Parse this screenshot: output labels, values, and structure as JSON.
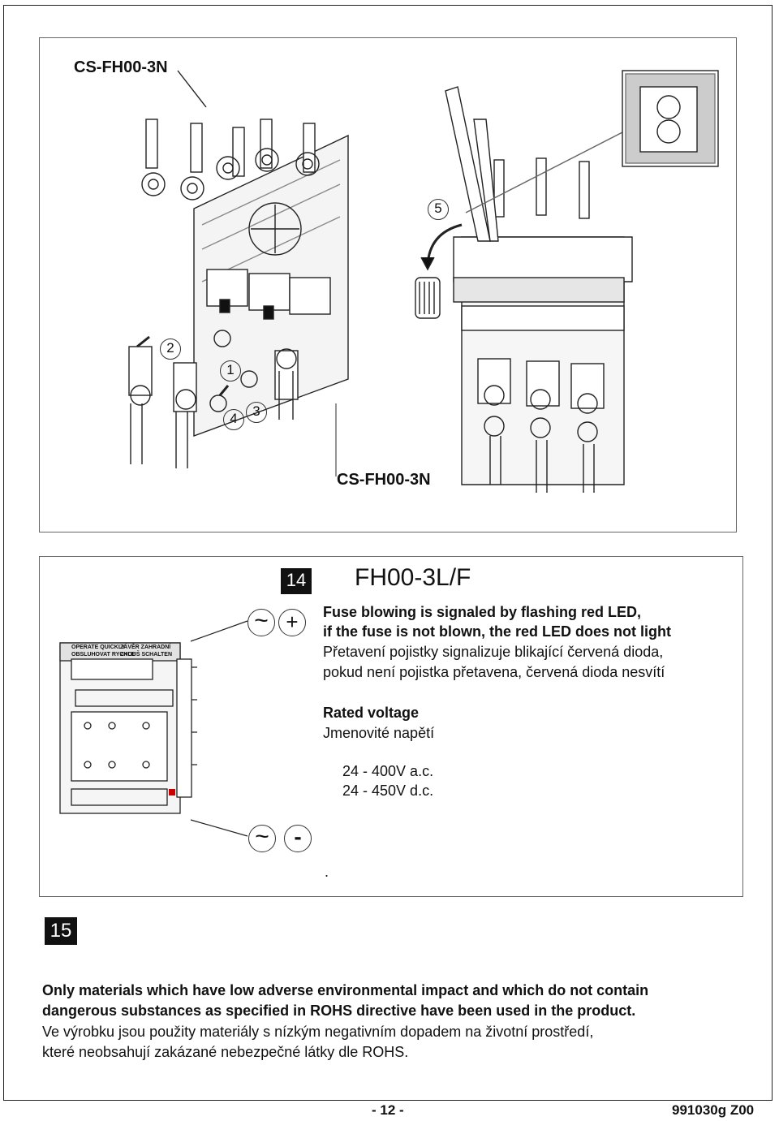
{
  "figure_top": {
    "label_top": "CS-FH00-3N",
    "label_bottom": "CS-FH00-3N",
    "step_numbers": [
      "1",
      "2",
      "3",
      "4",
      "5"
    ]
  },
  "section14": {
    "number": "14",
    "title": "FH00-3L/F",
    "symbol_tilde": "~",
    "symbol_plus": "+",
    "symbol_minus": "-",
    "led_en_1": "Fuse blowing is signaled by flashing red LED,",
    "led_en_2": "if the fuse is not blown, the red LED does not light",
    "led_cz_1": "Přetavení pojistky signalizuje blikající červená dioda,",
    "led_cz_2": "pokud není pojistka přetavena, červená dioda nesvítí",
    "rated_en": "Rated voltage",
    "rated_cz": "Jmenovité napětí",
    "voltage_ac": "24 - 400V a.c.",
    "voltage_dc": "24 - 450V d.c.",
    "dot": ".",
    "device_text_1": "OPERATE QUICKLY",
    "device_text_2": "ZÁVĚR ZAHRADNÍ",
    "device_text_3": "OBSLUHOVAT RYCHLE",
    "device_text_4": "ZKOUŠ SCHALTEN"
  },
  "section15": {
    "number": "15",
    "en_1": "Only materials which have low adverse environmental impact and which do not contain",
    "en_2": "dangerous substances as specified in ROHS directive have been used in the product.",
    "cz_1": "Ve výrobku jsou použity materiály s nízkým negativním dopadem na životní prostředí,",
    "cz_2": "které neobsahují zakázané nebezpečné látky dle ROHS."
  },
  "footer": {
    "page": "- 12 -",
    "code": "991030g Z00"
  }
}
